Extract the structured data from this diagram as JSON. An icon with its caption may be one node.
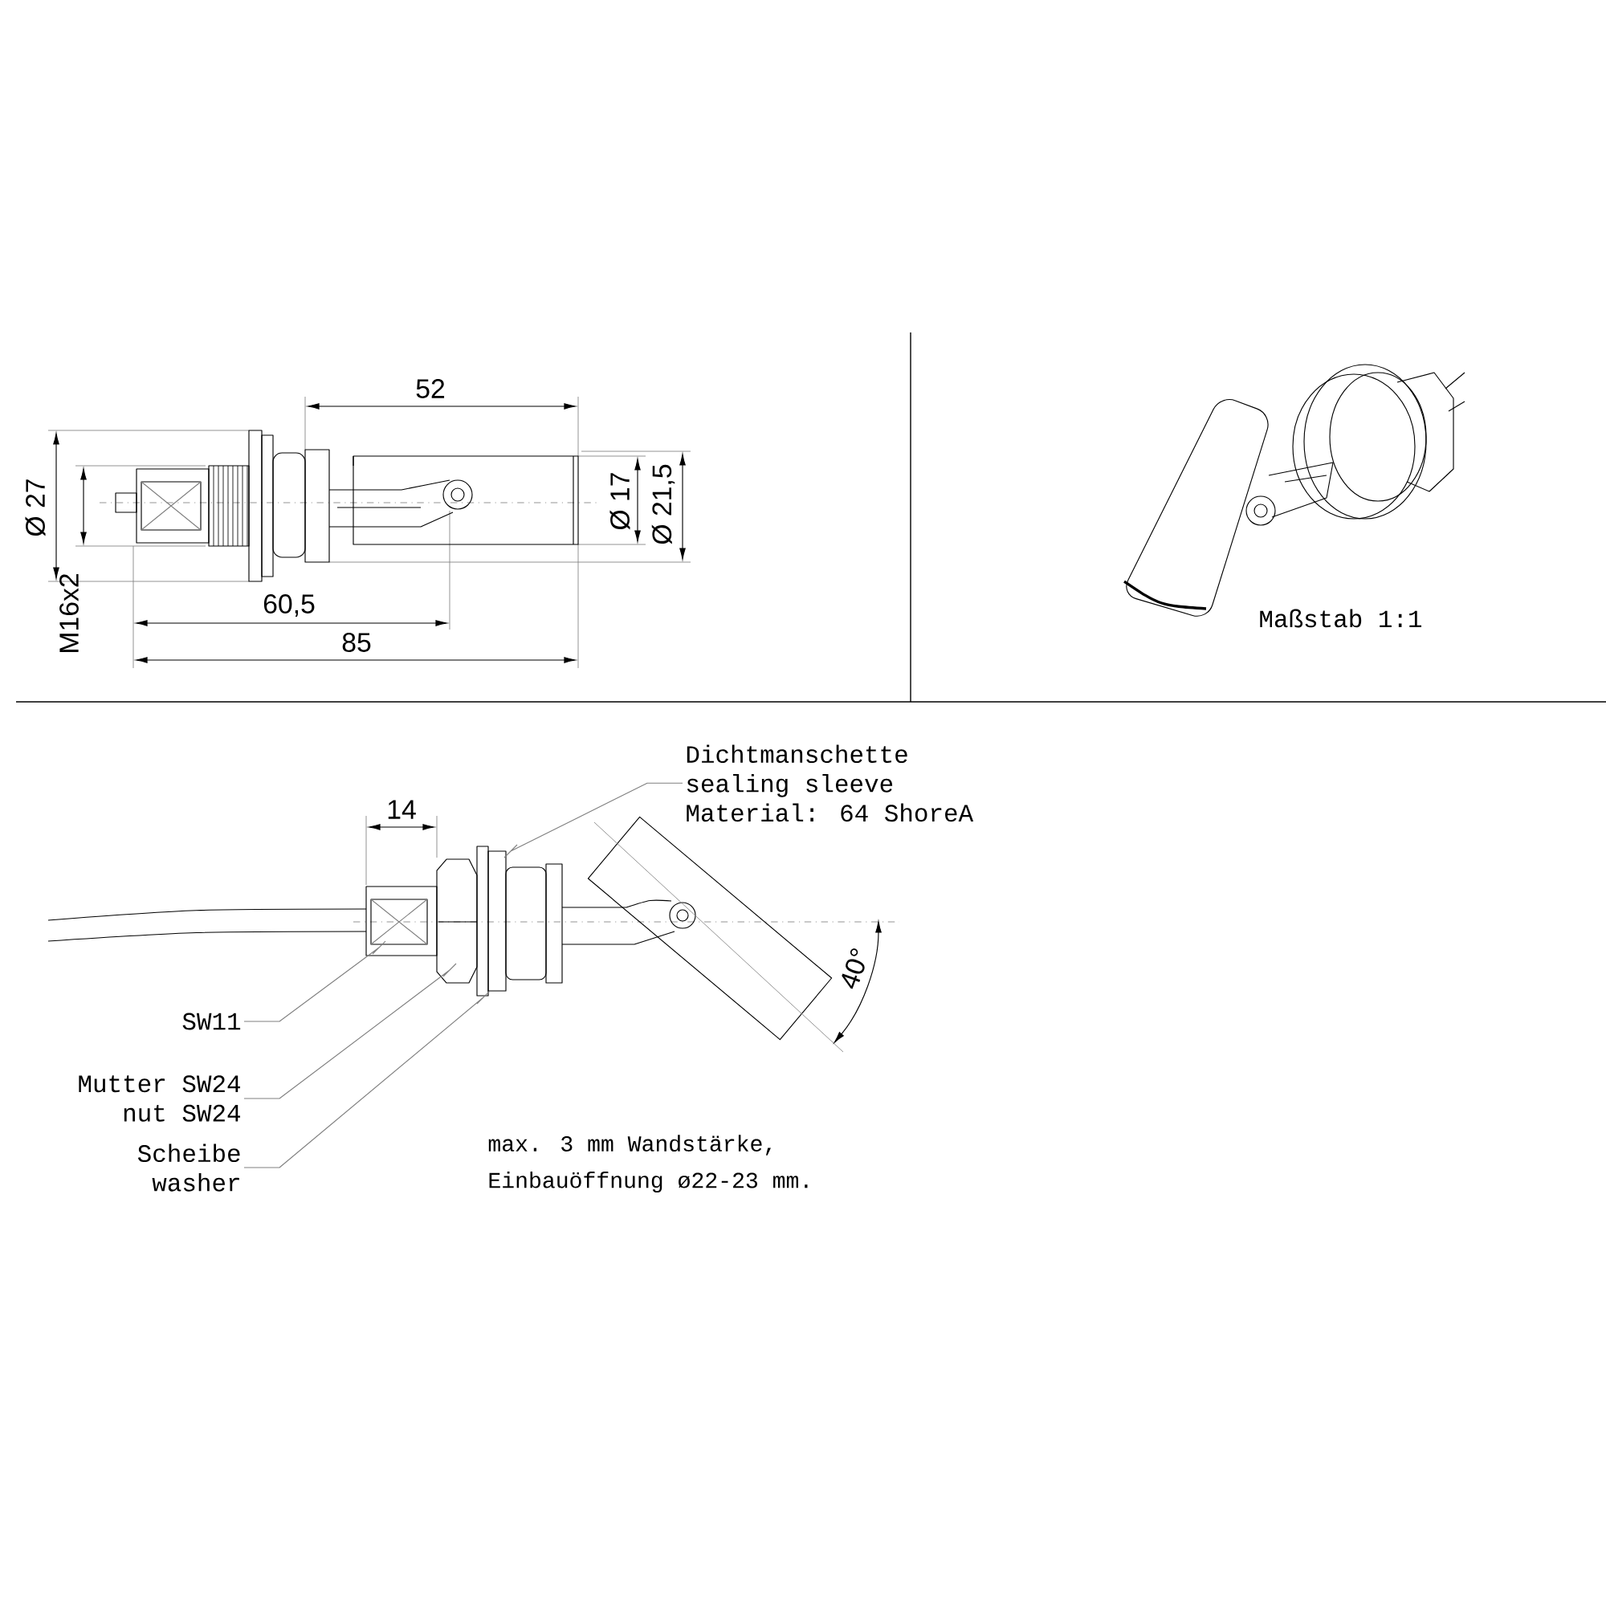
{
  "diagram": {
    "nodes": [
      {
        "text": [
          "Dichtmanschette",
          "sealing sleeve",
          "Material: 64 ShoreA"
        ]
      },
      {
        "text": [
          "SW11"
        ]
      },
      {
        "text": [
          "Mutter SW24",
          "nut SW24"
        ]
      },
      {
        "text": [
          "Scheibe",
          "washer"
        ]
      }
    ],
    "edges": [
      {
        "from": 0,
        "to": null,
        "arrow": "none"
      },
      {
        "from": 1,
        "to": null,
        "arrow": "none"
      },
      {
        "from": 2,
        "to": null,
        "arrow": "none"
      },
      {
        "from": 3,
        "to": null,
        "arrow": "none"
      }
    ],
    "labels": [
      "52",
      "Ø 27",
      "Ø 17",
      "Ø 21,5",
      "M16x2",
      "60,5",
      "85",
      "Maßstab 1:1",
      "14",
      "40°",
      "max. 3 mm Wandstärke,",
      "Einbauöffnung ø22-23 mm."
    ]
  }
}
